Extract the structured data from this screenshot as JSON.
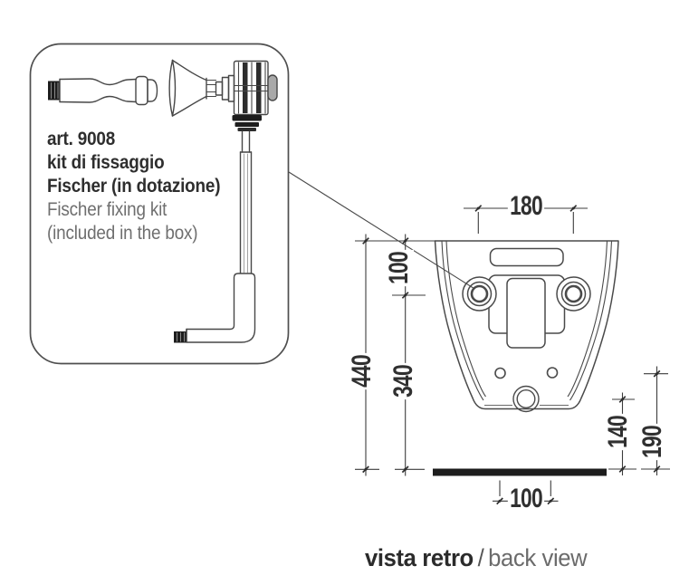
{
  "colors": {
    "background": "#ffffff",
    "drawing_line": "#4a4a4a",
    "dimension_line": "#3c3c3c",
    "text_primary": "#2e2e2e",
    "text_secondary": "#6f6f6f",
    "solid_fill": "#1d1d1d"
  },
  "callout_box": {
    "art_number": "art. 9008",
    "line_italian_1": "kit di fissaggio",
    "line_italian_2": "Fischer (in dotazione)",
    "line_english_1": "Fischer fixing kit",
    "line_english_2": "(included in the box)"
  },
  "dimensions_mm": {
    "hole_spacing": "180",
    "top_to_holes": "100",
    "overall_height": "440",
    "holes_to_floor": "340",
    "drain_height": "140",
    "inlet_height": "190",
    "bottom_spacing": "100"
  },
  "caption": {
    "italian": "vista retro",
    "separator": "/",
    "english": "back view"
  }
}
